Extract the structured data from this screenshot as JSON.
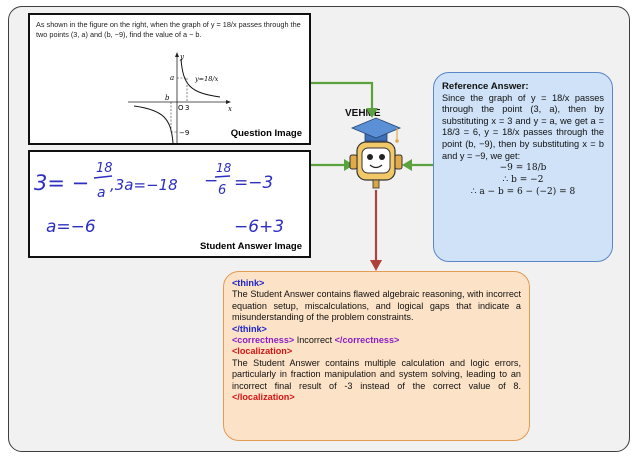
{
  "question": {
    "text": "As shown in the figure on the right, when the graph of y = 18/x passes through the two points (3, a) and (b, −9), find the value of a − b.",
    "caption": "Question Image",
    "graph_labels": {
      "y_axis": "y",
      "x_axis": "x",
      "origin": "O",
      "tick_3": "3",
      "a_label": "a",
      "b_label": "b",
      "neg9_label": "−9",
      "curve_label": "y=18/x"
    }
  },
  "student": {
    "caption": "Student Answer Image",
    "handwriting": {
      "line1_left": "3= −",
      "frac_num": "18",
      "frac_den": "a",
      "line1_mid": ",3a=−18",
      "frac2_num": "18",
      "frac2_den": "6",
      "line1_right": "=−3",
      "line2_left": "a=−6",
      "line2_right": "−6+3",
      "neg_sign": "−"
    }
  },
  "model": {
    "label": "VEHME"
  },
  "reference": {
    "title": "Reference Answer:",
    "body": "Since the graph of y = 18/x passes through the point (3, a), then by substituting x = 3 and y = a, we get a = 18/3 = 6, y = 18/x passes through the point (b, −9), then by substituting x = b and y = −9, we get:",
    "eq1": "−9 = 18/b",
    "eq2": "∴ b = −2",
    "eq3": "∴ a − b = 6 − (−2) = 8"
  },
  "output": {
    "think_open": "<think>",
    "think_text": "The Student Answer contains flawed algebraic reasoning, with incorrect equation setup, miscalculations, and logical gaps that indicate a misunderstanding of the problem constraints.",
    "think_close": "</think>",
    "correctness_open": "<correctness>",
    "correctness_value": " Incorrect ",
    "correctness_close": "</correctness>",
    "localization_open": "<localization>",
    "localization_text": "The Student Answer contains multiple calculation and logic errors, particularly in fraction manipulation and system solving, leading to an incorrect final result of -3 instead of the correct value of 8. ",
    "localization_close": "</localization>"
  },
  "colors": {
    "arrow_green": "#5aa33c",
    "arrow_red": "#b0403a",
    "ink_blue": "#2c2fc0",
    "ref_fill": "#cfe2f7",
    "out_fill": "#fce2c6"
  }
}
